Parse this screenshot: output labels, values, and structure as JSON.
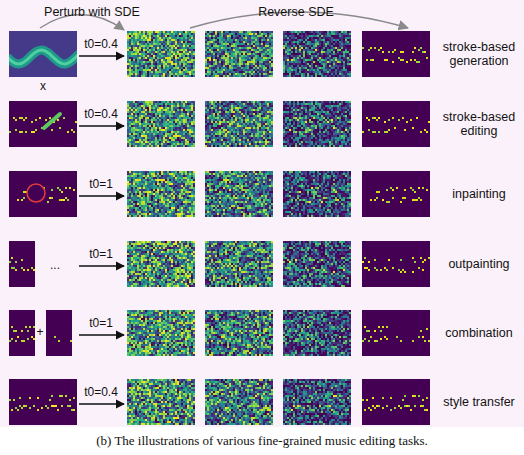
{
  "diagram": {
    "caption": "(b) The illustrations of various fine-grained music editing tasks.",
    "labels": [
      "Perturb with SDE",
      "Reverse SDE",
      "x",
      "t0=0.4",
      "stroke-based generation",
      "t0=0.4",
      "stroke-based editing",
      "t0=1",
      "inpainting",
      "...",
      "t0=1",
      "outpainting",
      "+",
      "t0=1",
      "combination",
      "t0=0.4",
      "style transfer"
    ]
  }
}
